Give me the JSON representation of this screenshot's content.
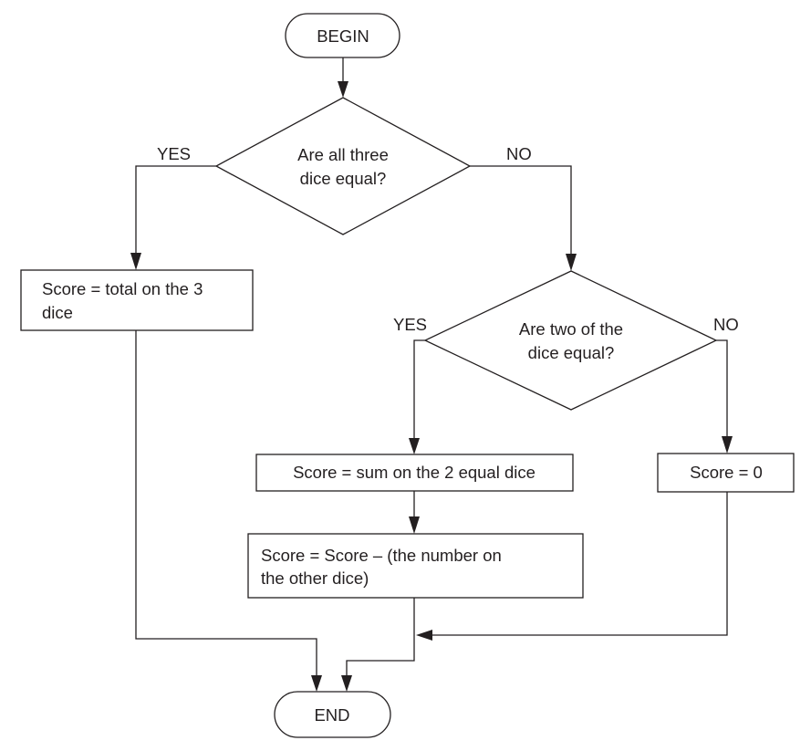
{
  "flowchart": {
    "begin": {
      "label": "BEGIN"
    },
    "end": {
      "label": "END"
    },
    "decision_all_equal": {
      "line1": "Are all three",
      "line2": "dice equal?",
      "yes_label": "YES",
      "no_label": "NO"
    },
    "decision_two_equal": {
      "line1": "Are two of the",
      "line2": "dice equal?",
      "yes_label": "YES",
      "no_label": "NO"
    },
    "process_total": {
      "line1": "Score = total on the 3",
      "line2": "dice"
    },
    "process_sum_two": {
      "line1": "Score = sum on the 2 equal dice"
    },
    "process_subtract": {
      "line1": "Score = Score – (the number on",
      "line2": "the other dice)"
    },
    "process_zero": {
      "line1": "Score = 0"
    }
  }
}
